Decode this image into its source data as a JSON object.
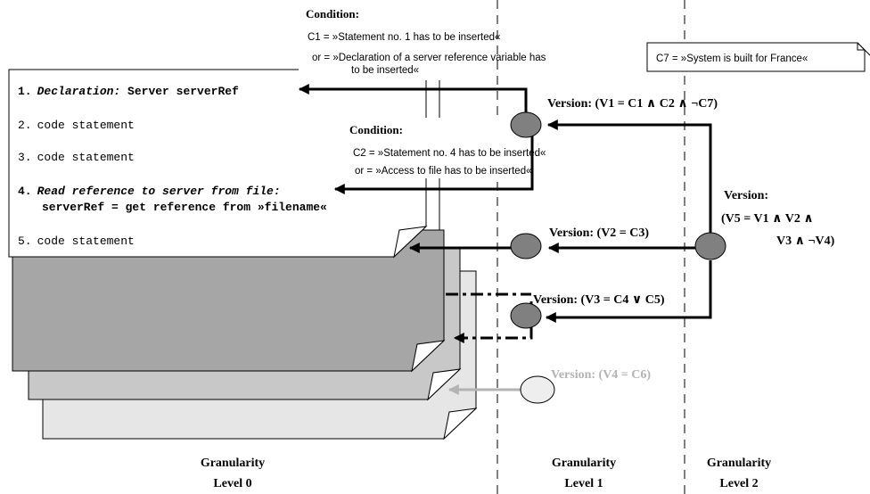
{
  "code_listing": {
    "lines": [
      {
        "number": "1.",
        "text": "Declaration: Server serverRef"
      },
      {
        "number": "2.",
        "text": "code statement"
      },
      {
        "number": "3.",
        "text": "code statement"
      },
      {
        "number": "4.",
        "text": "Read reference to server from file:",
        "text2": "serverRef = get reference from »filename«"
      },
      {
        "number": "5.",
        "text": "code statement"
      }
    ]
  },
  "condition_1": {
    "heading": "Condition:",
    "line1": "C1 = »Statement no. 1 has to be inserted«",
    "line2": "or = »Declaration of a server reference variable has",
    "line3": "to be inserted«"
  },
  "condition_2": {
    "heading": "Condition:",
    "line1": "C2 = »Statement no. 4 has to be inserted«",
    "line2": "or = »Access to file has to be inserted«"
  },
  "condition_7": {
    "text": "C7 = »System is built for France«"
  },
  "versions": {
    "v1": "Version: (V1 = C1 ∧ C2  ∧ ¬C7)",
    "v2": "Version: (V2 = C3)",
    "v3": "Version: (V3 = C4 ∨ C5)",
    "v4": "Version: (V4 = C6)",
    "v5_line1": "Version:",
    "v5_line2": "(V5 = V1 ∧ V2 ∧",
    "v5_line3": "V3  ∧ ¬V4)"
  },
  "levels": [
    {
      "line1": "Granularity",
      "line2": "Level 0"
    },
    {
      "line1": "Granularity",
      "line2": "Level 1"
    },
    {
      "line1": "Granularity",
      "line2": "Level 2"
    }
  ],
  "colors": {
    "page_dark": "#a6a6a6",
    "page_mid": "#c8c8c8",
    "page_light": "#e6e6e6",
    "node_dark": "#808080",
    "node_light": "#eeeeee",
    "faded": "#b3b3b3",
    "ink": "#000000"
  }
}
